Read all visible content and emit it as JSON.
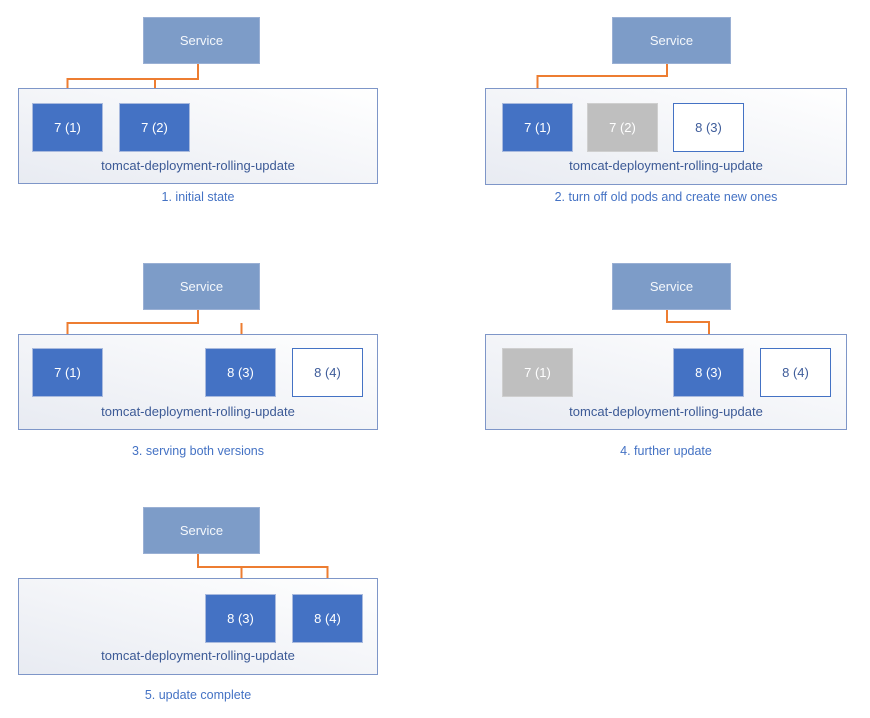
{
  "colors": {
    "service-fill": "#7d9cc8",
    "service-border": "#9ab0d4",
    "service-text": "#f5f8fc",
    "pod-active-fill": "#4472c4",
    "pod-active-border": "#a9bade",
    "pod-off-fill": "#bfbfbf",
    "pod-off-border": "#cfcfcf",
    "pod-new-fill": "#ffffff",
    "pod-new-border": "#4472c4",
    "pod-new-text": "#3e5c9a",
    "pod-text": "#ffffff",
    "container-border": "#7e96c8",
    "label-text": "#3c5a96",
    "caption-text": "#4472c4",
    "arrow": "#ed7d31"
  },
  "diagram": {
    "panels": [
      {
        "step": "1",
        "service_label": "Service",
        "deployment_label": "tomcat-deployment-rolling-update",
        "caption": "1. initial state",
        "pods": [
          {
            "label": "7 (1)",
            "state": "active"
          },
          {
            "label": "7 (2)",
            "state": "active"
          }
        ]
      },
      {
        "step": "2",
        "service_label": "Service",
        "deployment_label": "tomcat-deployment-rolling-update",
        "caption": "2. turn off old pods and create new ones",
        "pods": [
          {
            "label": "7 (1)",
            "state": "active"
          },
          {
            "label": "7 (2)",
            "state": "off"
          },
          {
            "label": "8 (3)",
            "state": "new"
          }
        ]
      },
      {
        "step": "3",
        "service_label": "Service",
        "deployment_label": "tomcat-deployment-rolling-update",
        "caption": "3. serving both versions",
        "pods": [
          {
            "label": "7 (1)",
            "state": "active"
          },
          {
            "label": "8 (3)",
            "state": "active"
          },
          {
            "label": "8 (4)",
            "state": "new"
          }
        ]
      },
      {
        "step": "4",
        "service_label": "Service",
        "deployment_label": "tomcat-deployment-rolling-update",
        "caption": "4. further update",
        "pods": [
          {
            "label": "7 (1)",
            "state": "off"
          },
          {
            "label": "8 (3)",
            "state": "active"
          },
          {
            "label": "8 (4)",
            "state": "new"
          }
        ]
      },
      {
        "step": "5",
        "service_label": "Service",
        "deployment_label": "tomcat-deployment-rolling-update",
        "caption": "5. update complete",
        "pods": [
          {
            "label": "8 (3)",
            "state": "active"
          },
          {
            "label": "8 (4)",
            "state": "active"
          }
        ]
      }
    ]
  }
}
